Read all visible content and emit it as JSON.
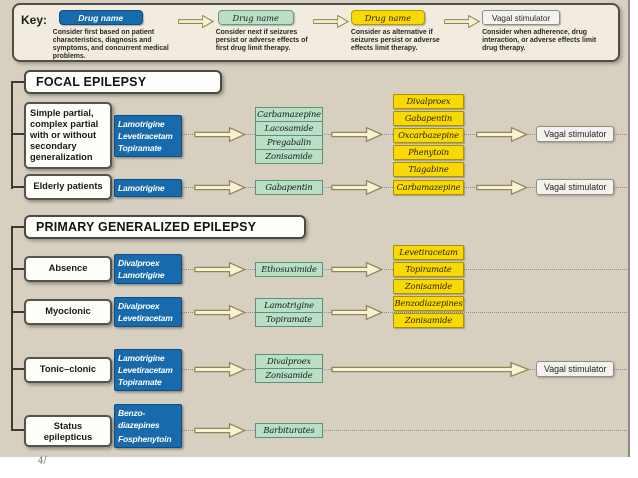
{
  "colors": {
    "background": "#d7cfbf",
    "first_line_blue": "#176aab",
    "second_line_green": "#b9dfc7",
    "third_line_yellow": "#f9d903",
    "stimulator_box": "#f3f2ee",
    "arrow_fill": "#f8f2d2"
  },
  "key": {
    "label": "Key:",
    "items": [
      {
        "box": "Drug name",
        "type": "first-line-blue",
        "caption": "Consider first based on patient characteristics, diagnosis and symptoms,  and concurrent medical problems."
      },
      {
        "box": "Drug name",
        "type": "second-line-green",
        "caption": "Consider next if seizures persist or adverse effects of first drug limit therapy."
      },
      {
        "box": "Drug name",
        "type": "alternative-yellow",
        "caption": "Consider as alternative if seizures persist or adverse effects  limit therapy."
      },
      {
        "box": "Vagal stimulator",
        "type": "stimulator-white",
        "caption": "Consider when adherence, drug interaction, or adverse effects limit drug therapy."
      }
    ]
  },
  "focal": {
    "title": "FOCAL EPILEPSY",
    "rows": [
      {
        "label": "Simple partial, complex partial with or without secondary generalization",
        "first": [
          "Lamotrigine",
          "Levetiracetam",
          "Topiramate"
        ],
        "second": [
          "Carbamazepine",
          "Lacosamide",
          "Pregabalin",
          "Zonisamide"
        ],
        "third": [
          "Divalproex",
          "Gabapentin",
          "Oxcarbazepine",
          "Phenytoin",
          "Tiagabine"
        ],
        "fourth": "Vagal stimulator"
      },
      {
        "label": "Elderly patients",
        "first": [
          "Lamotrigine"
        ],
        "second": [
          "Gabapentin"
        ],
        "third": [
          "Carbamazepine"
        ],
        "fourth": "Vagal stimulator"
      }
    ]
  },
  "generalized": {
    "title": "PRIMARY GENERALIZED EPILEPSY",
    "rows": [
      {
        "label": "Absence",
        "first": [
          "Divalproex",
          "Lamotrigine"
        ],
        "second": [
          "Ethosuximide"
        ],
        "third": [
          "Levetiracetam",
          "Topiramate",
          "Zonisamide"
        ]
      },
      {
        "label": "Myoclonic",
        "first": [
          "Divalproex",
          "Levetiracetam"
        ],
        "second": [
          "Lamotrigine",
          "Topiramate"
        ],
        "third": [
          "Benzodiazepines",
          "Zonisamide"
        ]
      },
      {
        "label": "Tonic–clonic",
        "first": [
          "Lamotrigine",
          "Levetiracetam",
          "Topiramate"
        ],
        "second": [
          "Divalproex",
          "Zonisamide"
        ],
        "fourth": "Vagal stimulator"
      },
      {
        "label": "Status epilepticus",
        "first": [
          "Benzo-diazepines",
          "Fosphenytoin"
        ],
        "second": [
          "Barbiturates"
        ]
      }
    ]
  },
  "footnote_mark": "4/"
}
